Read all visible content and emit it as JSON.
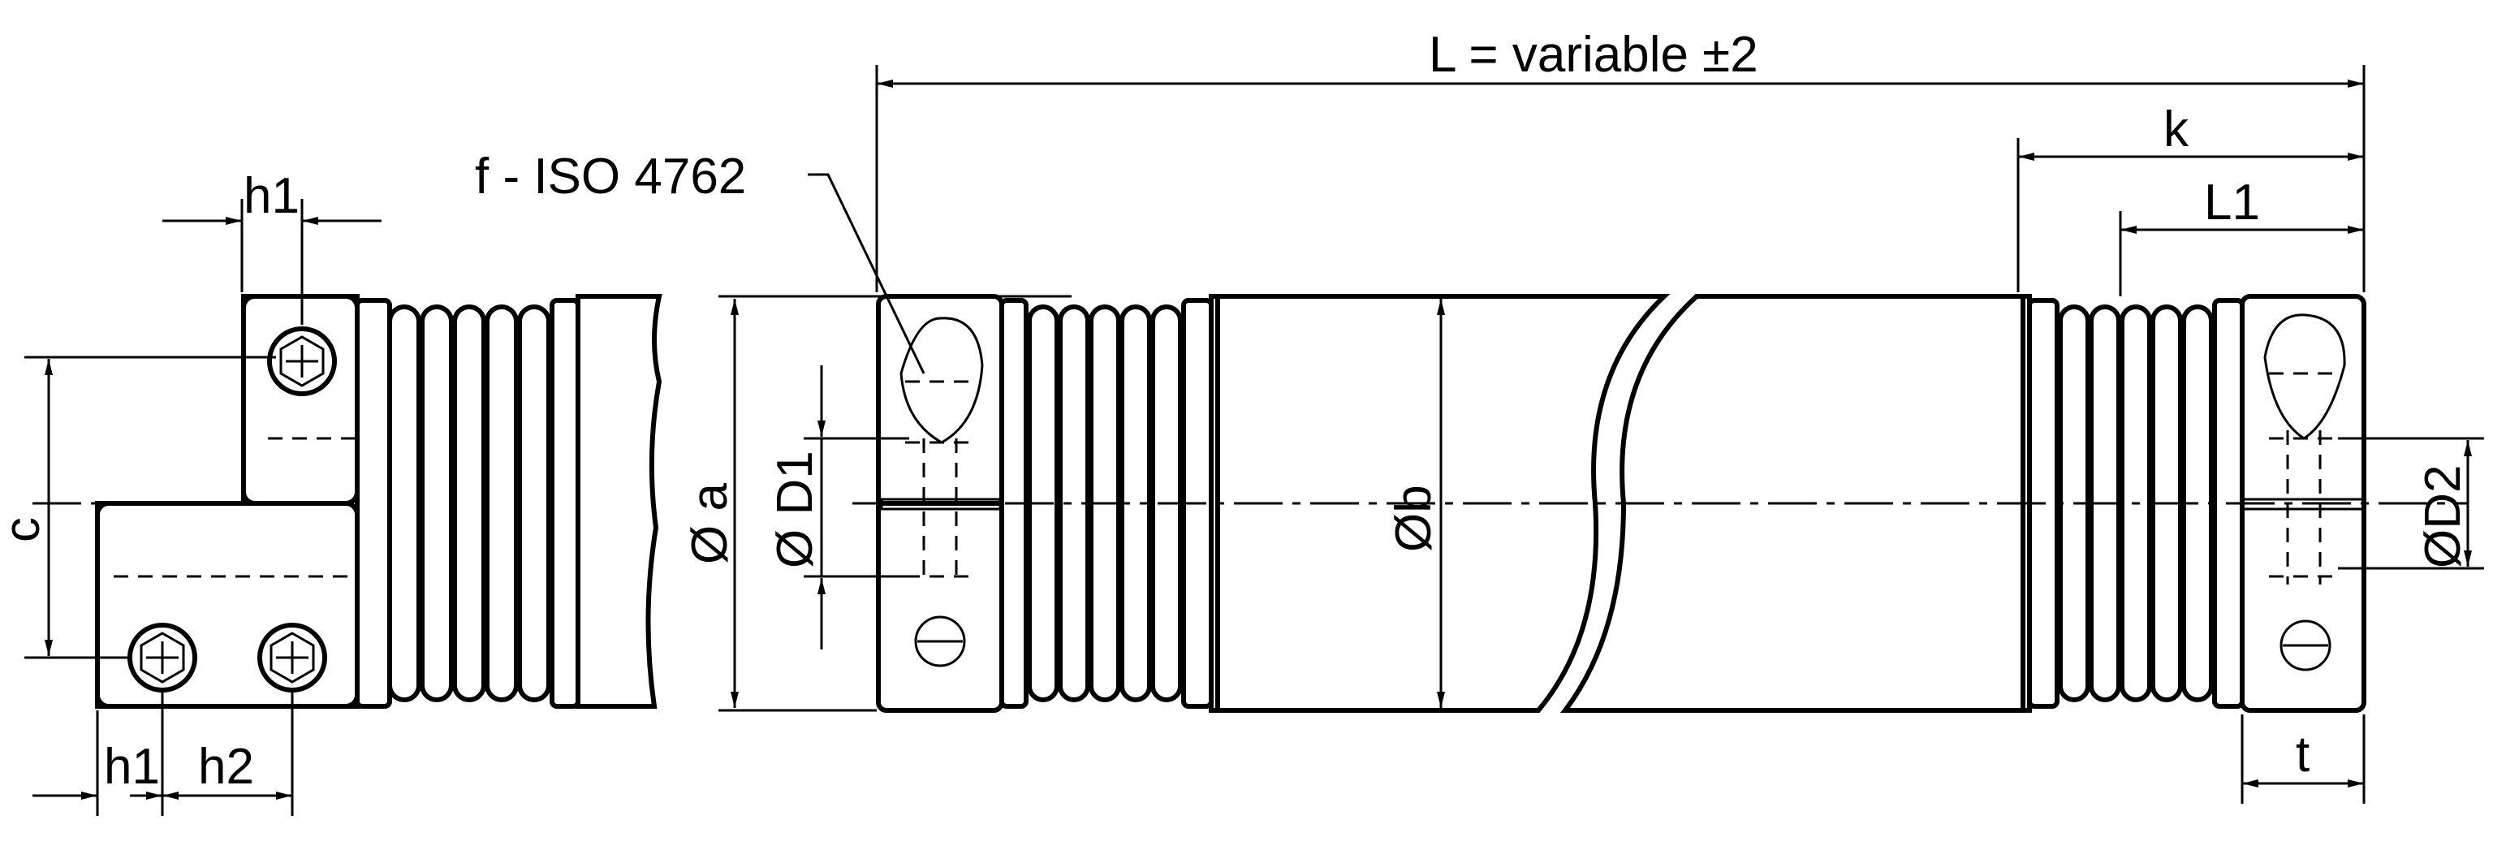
{
  "labels": {
    "L": "L =  variable  ±2",
    "k": "k",
    "L1": "L1",
    "f": "f - ISO 4762",
    "h1_top": "h1",
    "h1_bottom": "h1",
    "h2": "h2",
    "c": "c",
    "a": "Ø a",
    "D1": "Ø D1",
    "b": "Øb",
    "D2": "ØD2",
    "t": "t"
  }
}
